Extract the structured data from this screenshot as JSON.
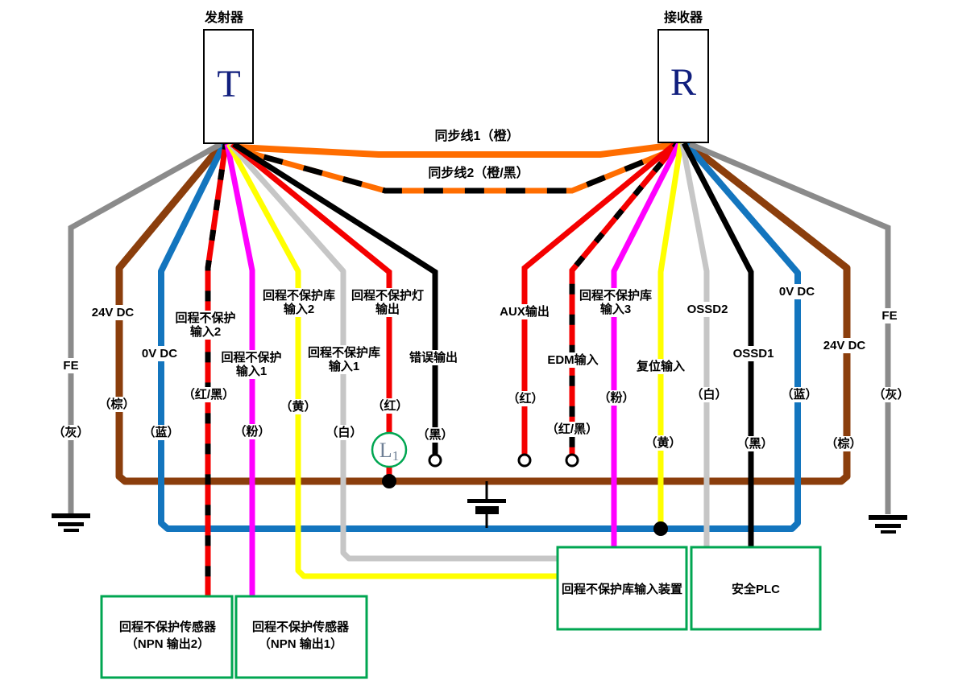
{
  "diagram": {
    "transmitter": {
      "label": "发射器",
      "symbol": "T"
    },
    "receiver": {
      "label": "接收器",
      "symbol": "R"
    },
    "sync1": {
      "name": "同步线1（橙）"
    },
    "sync2": {
      "name": "同步线2（橙/黑）"
    },
    "lamp": {
      "base": "L",
      "sub": "1"
    },
    "wires": {
      "fe_left": {
        "name": "FE",
        "color": "（灰）"
      },
      "v24_left": {
        "name": "24V DC",
        "color": "（棕）"
      },
      "v0_left": {
        "name": "0V DC",
        "color": "（蓝）"
      },
      "muting_in2": {
        "name1": "回程不保护",
        "name2": "输入2",
        "color": "（红/黑）"
      },
      "muting_in1": {
        "name1": "回程不保护",
        "name2": "输入1",
        "color": "（粉）"
      },
      "bank_in2": {
        "name1": "回程不保护库",
        "name2": "输入2",
        "color": "（黄）"
      },
      "bank_in1": {
        "name1": "回程不保护库",
        "name2": "输入1",
        "color": "（白）"
      },
      "lamp_out": {
        "name1": "回程不保护灯",
        "name2": "输出",
        "color": "（红）"
      },
      "error_out": {
        "name": "错误输出",
        "color": "（黑）"
      },
      "aux_out": {
        "name": "AUX输出",
        "color": "（红）"
      },
      "edm_in": {
        "name": "EDM输入",
        "color": "（红/黑）"
      },
      "bank_in3": {
        "name1": "回程不保护库",
        "name2": "输入3",
        "color": "（粉）"
      },
      "reset_in": {
        "name": "复位输入",
        "color": "（黄）"
      },
      "ossd2": {
        "name": "OSSD2",
        "color": "（白）"
      },
      "ossd1": {
        "name": "OSSD1",
        "color": "（黑）"
      },
      "v0_right": {
        "name": "0V DC",
        "color": "（蓝）"
      },
      "v24_right": {
        "name": "24V DC",
        "color": "（棕）"
      },
      "fe_right": {
        "name": "FE",
        "color": "（灰）"
      }
    },
    "boxes": {
      "sensor2": {
        "line1": "回程不保护传感器",
        "line2": "（NPN 输出2）"
      },
      "sensor1": {
        "line1": "回程不保护传感器",
        "line2": "（NPN 输出1）"
      },
      "bank_device": {
        "line1": "回程不保护库输入装置"
      },
      "safety_plc": {
        "line1": "安全PLC"
      }
    },
    "colors": {
      "orange": "#FF6D00",
      "brown": "#8B3E0C",
      "blue": "#1375BE",
      "red": "#F40000",
      "magenta": "#FF00FF",
      "yellow": "#FFFF00",
      "white_wire": "#C6C6C6",
      "gray": "#8B8B8B",
      "black": "#000000",
      "box_green": "#00A651",
      "letter_navy": "#111F7E",
      "lamp_text": "#6E7F95"
    }
  }
}
